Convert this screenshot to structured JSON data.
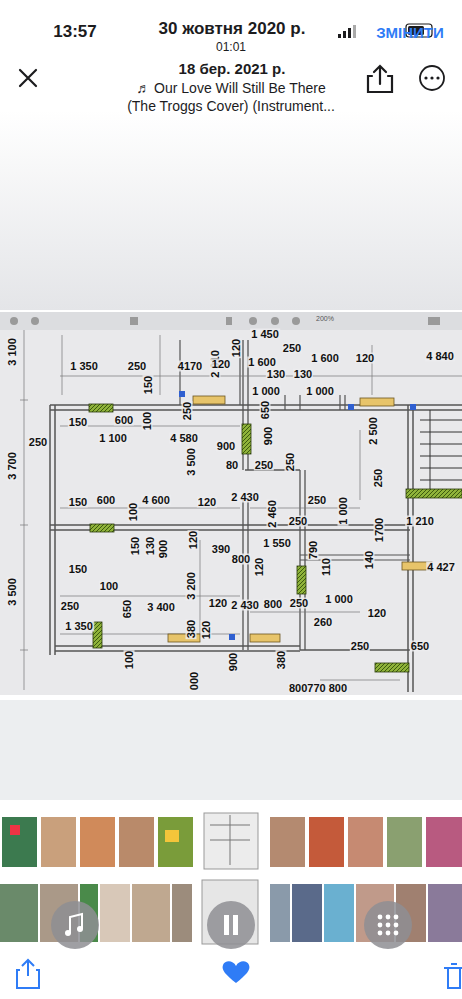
{
  "diagram": {
    "labels": [
      "13:57",
      "30 жовтня 2020 р.",
      "01:01",
      "18 бер. 2021 р.",
      "♬ Our Love Will Still Be There",
      "(The Troggs Cover) (Instrument...",
      "ЗМІНИТИ",
      "200%",
      "3 100",
      "3 700",
      "3 500",
      "1 350",
      "250",
      "4170",
      "2 910",
      "120",
      "120",
      "1 600",
      "1 600",
      "120",
      "4 840",
      "1 450",
      "250",
      "130",
      "130",
      "1 000",
      "1 000",
      "150",
      "100",
      "150",
      "600",
      "250",
      "650",
      "250",
      "1 100",
      "4 580",
      "900",
      "900",
      "2 500",
      "3 500",
      "80",
      "250",
      "250",
      "250",
      "150",
      "600",
      "4 600",
      "100",
      "120",
      "2 430",
      "250",
      "2 460",
      "1 000",
      "1700",
      "1 210",
      "250",
      "150",
      "130",
      "900",
      "120",
      "390",
      "1 550",
      "800",
      "790",
      "120",
      "110",
      "140",
      "4 427",
      "150",
      "100",
      "3 200",
      "250",
      "650",
      "3 400",
      "120",
      "2 430",
      "800",
      "250",
      "1 000",
      "260",
      "120",
      "1 350",
      "380",
      "120",
      "250",
      "650",
      "100",
      "900",
      "380",
      "800770 800",
      "000"
    ]
  }
}
